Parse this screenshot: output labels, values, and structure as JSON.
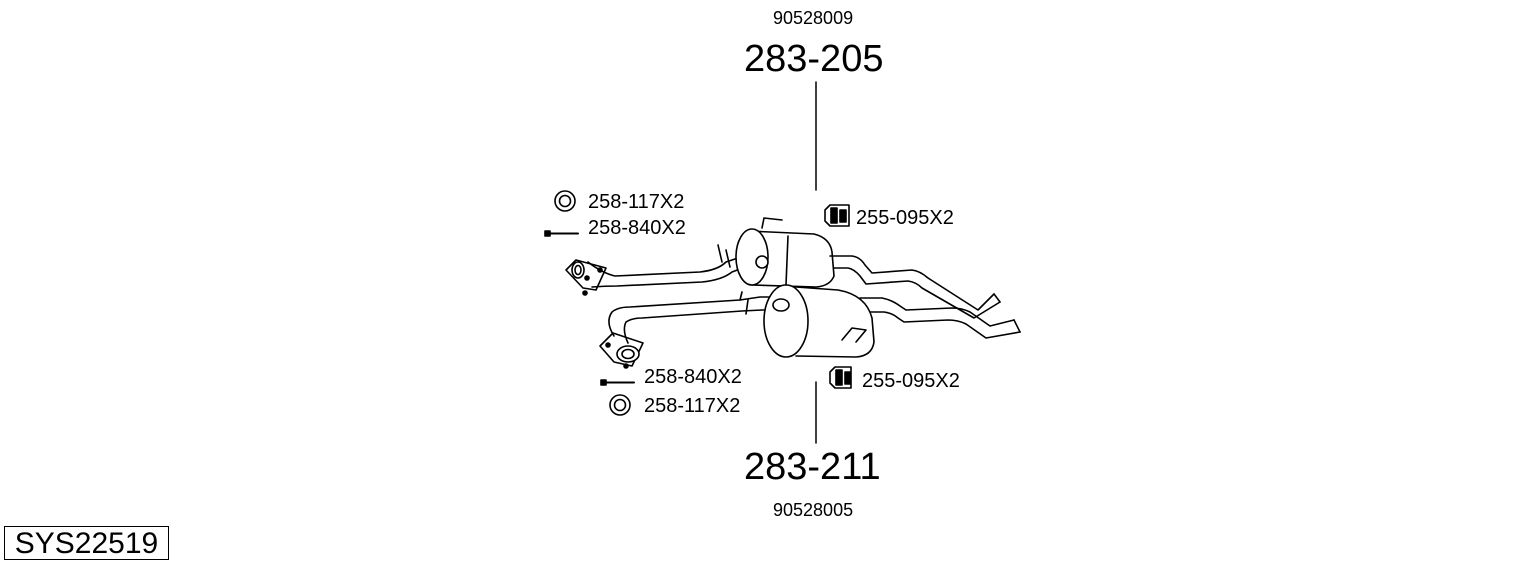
{
  "top": {
    "oem_number": "90528009",
    "part_number": "283-205"
  },
  "bottom": {
    "oem_number": "90528005",
    "part_number": "283-211"
  },
  "accessories": {
    "ring_upper": "258-117X2",
    "bolt_upper": "258-840X2",
    "hanger_upper": "255-095X2",
    "bolt_lower": "258-840X2",
    "ring_lower": "258-117X2",
    "hanger_lower": "255-095X2"
  },
  "system_code": "SYS22519"
}
